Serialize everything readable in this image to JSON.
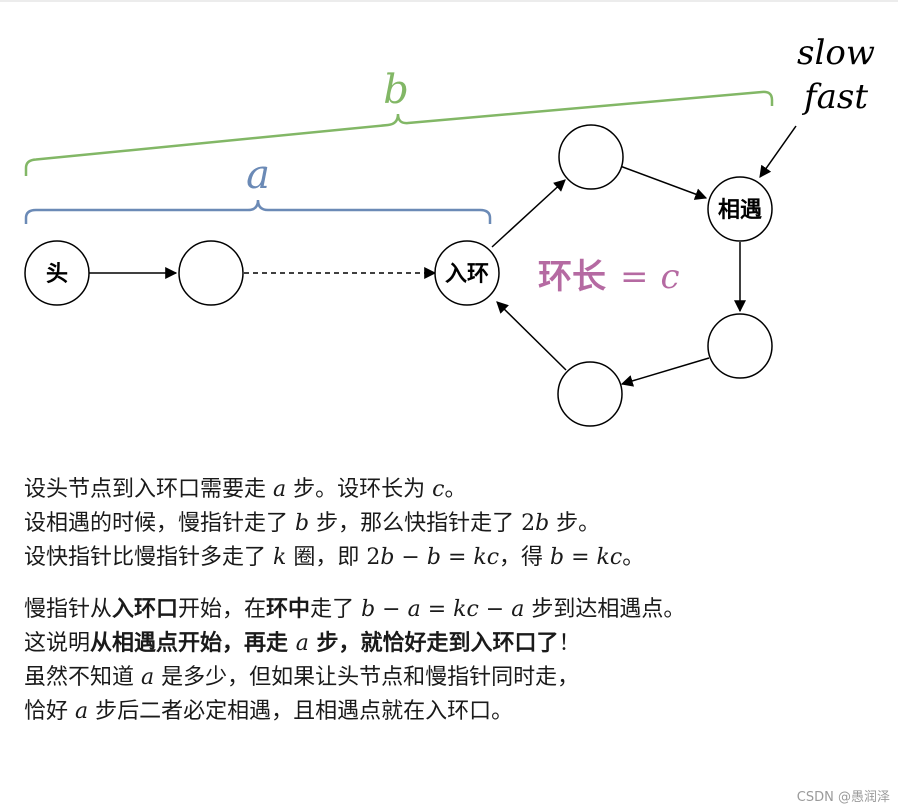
{
  "colors": {
    "brace_a": "#6b8ab6",
    "brace_b": "#82b766",
    "loop_label": "#b56aa2",
    "edge": "#000000"
  },
  "labels": {
    "brace_b": "b",
    "brace_a": "a",
    "pointer_slow": "slow",
    "pointer_fast": "fast",
    "loop_length_text": "环长",
    "loop_length_eq": "=",
    "loop_length_var": "c"
  },
  "nodes": {
    "head": "头",
    "entry": "入环",
    "meet": "相遇"
  },
  "text": {
    "line1": {
      "p1": "设头节点到入环口需要走 ",
      "m1": "a",
      "p2": " 步。设环长为 ",
      "m2": "c",
      "p3": "。"
    },
    "line2": {
      "p1": "设相遇的时候，慢指针走了 ",
      "m1": "b",
      "p2": " 步，那么快指针走了 ",
      "n1": "2",
      "m2": "b",
      "p3": " 步。"
    },
    "line3": {
      "p1": "设快指针比慢指针多走了 ",
      "m1": "k",
      "p2": " 圈，即 ",
      "n1": "2",
      "m2": "b",
      "op1": " − ",
      "m3": "b",
      "op2": " = ",
      "m4": "kc",
      "p3": "，得 ",
      "m5": "b",
      "op3": " = ",
      "m6": "kc",
      "p4": "。"
    },
    "line4": {
      "p1": "慢指针从",
      "b1": "入环口",
      "p2": "开始，在",
      "b2": "环中",
      "p3": "走了 ",
      "m1": "b",
      "op1": " − ",
      "m2": "a",
      "op2": " = ",
      "m3": "kc",
      "op3": " − ",
      "m4": "a",
      "p4": " 步到达相遇点。"
    },
    "line5": {
      "p1": "这说明",
      "b1": "从相遇点开始，再走 ",
      "m1": "a",
      "b2": " 步，就恰好走到入环口了",
      "p2": "！"
    },
    "line6": {
      "p1": "虽然不知道 ",
      "m1": "a",
      "p2": " 是多少，但如果让头节点和慢指针同时走，"
    },
    "line7": {
      "p1": "恰好 ",
      "m1": "a",
      "p2": " 步后二者必定相遇，且相遇点就在入环口。"
    }
  },
  "watermark": "CSDN @愚润泽"
}
